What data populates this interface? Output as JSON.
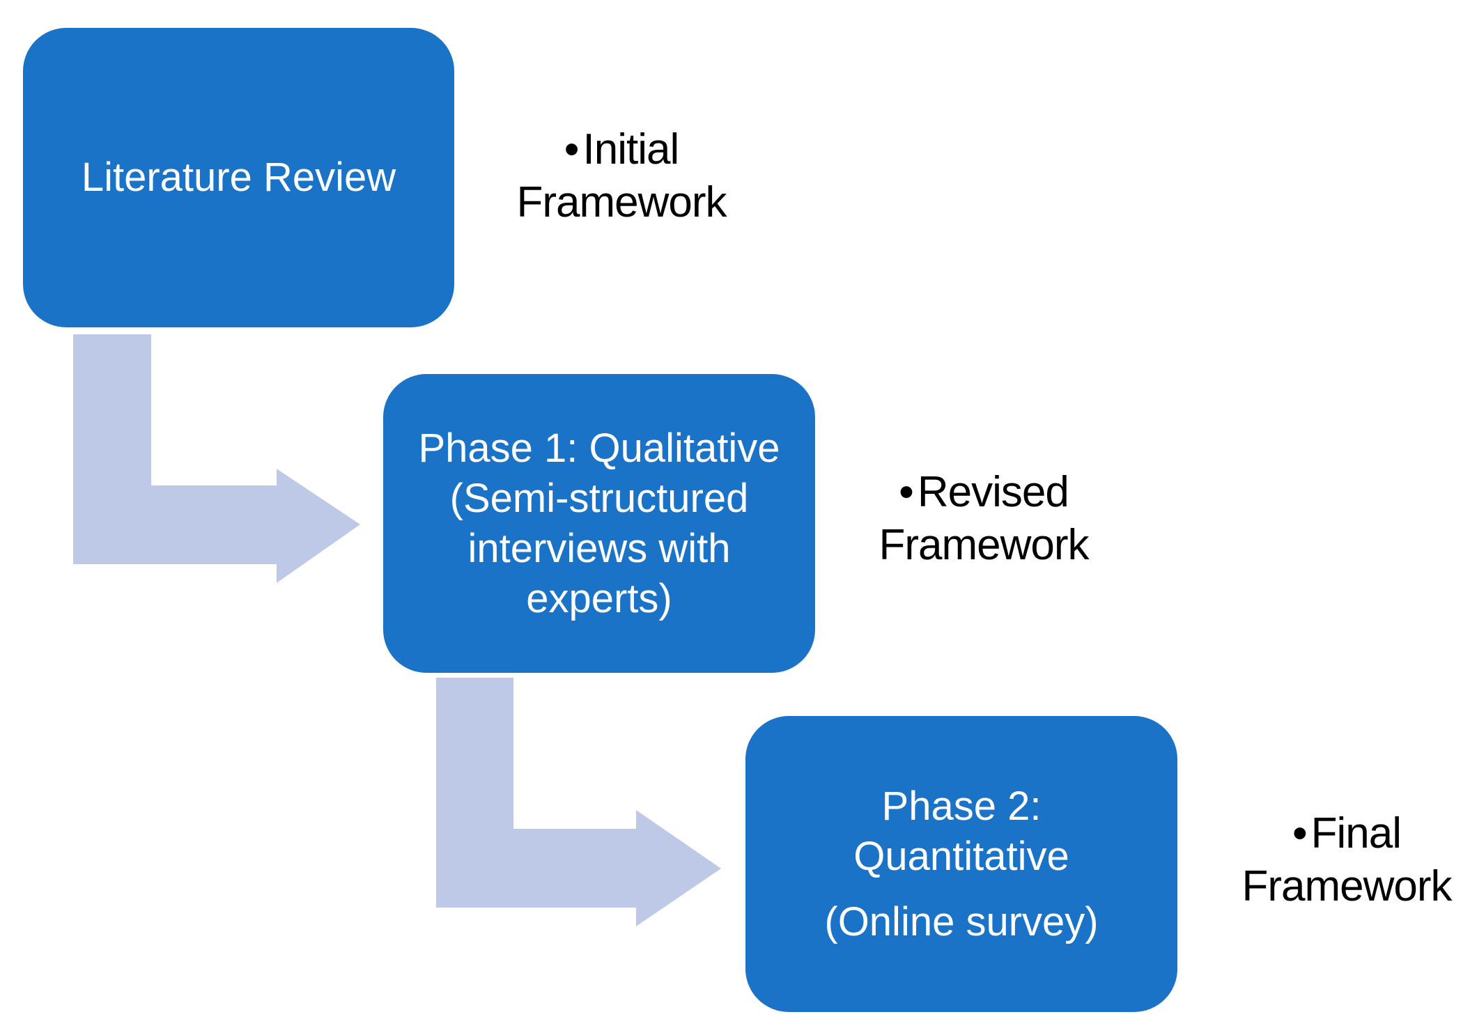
{
  "colors": {
    "box_fill": "#1B73C7",
    "box_text": "#FFFFFF",
    "arrow_fill": "#BDC9E6",
    "callout_text": "#000000"
  },
  "boxes": [
    {
      "id": "literature-review",
      "paragraphs": [
        "Literature Review"
      ]
    },
    {
      "id": "phase1-qualitative",
      "paragraphs": [
        "Phase 1: Qualitative\n(Semi-structured\ninterviews with\nexperts)"
      ]
    },
    {
      "id": "phase2-quantitative",
      "paragraphs": [
        "Phase 2:\nQuantitative",
        "(Online survey)"
      ]
    }
  ],
  "callouts": [
    {
      "bullet": "•",
      "line1": "Initial",
      "line2": "Framework"
    },
    {
      "bullet": "•",
      "line1": "Revised",
      "line2": "Framework"
    },
    {
      "bullet": "•",
      "line1": "Final",
      "line2": "Framework"
    }
  ]
}
